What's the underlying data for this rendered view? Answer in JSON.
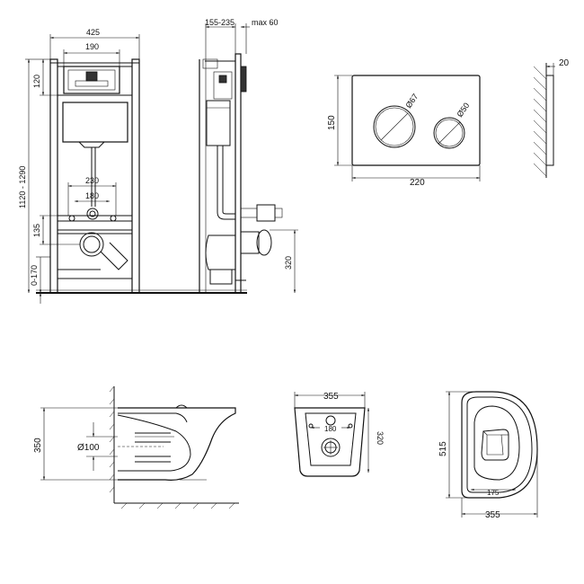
{
  "frame_front": {
    "width": "425",
    "top_width": "190",
    "top_height": "120",
    "height_range": "1120 - 1290",
    "bolt_outer": "230",
    "bolt_inner": "180",
    "outlet_height": "135",
    "adjust_range": "0-170"
  },
  "frame_side": {
    "depth": "155-235",
    "wall_gap": "max 60",
    "drain_height": "320"
  },
  "flush_plate": {
    "height": "150",
    "width": "220",
    "big_button": "Ø67",
    "small_button": "Ø50",
    "thickness": "20"
  },
  "bowl_side": {
    "height": "350",
    "outlet": "Ø100"
  },
  "bowl_back": {
    "width": "355",
    "depth": "320",
    "bolt_spacing": "180"
  },
  "bowl_top": {
    "length": "515",
    "width": "355",
    "seat_spacing": "175"
  }
}
